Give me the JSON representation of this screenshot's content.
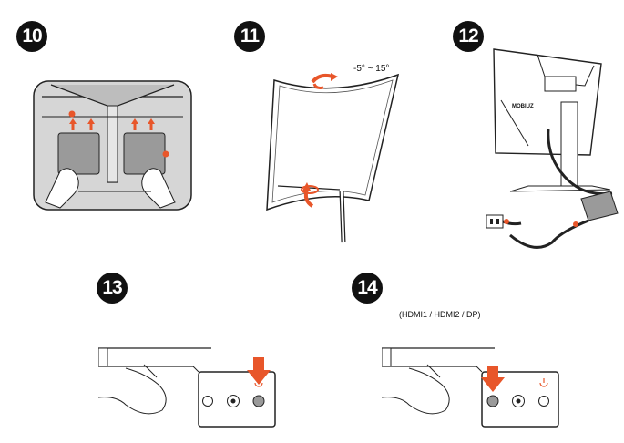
{
  "steps": [
    {
      "number": "10"
    },
    {
      "number": "11",
      "tilt_range": "-5° ~ 15°"
    },
    {
      "number": "12",
      "brand": "MOBIUZ"
    },
    {
      "number": "13"
    },
    {
      "number": "14",
      "input_caption": "(HDMI1 / HDMI2 / DP)"
    }
  ],
  "colors": {
    "accent": "#e8562a",
    "line": "#222222",
    "panel": "#cfcfcf",
    "ground": "#d6d6d6"
  },
  "icons": [
    "power-icon",
    "arrow-down-icon",
    "rotate-arrow-icon"
  ]
}
